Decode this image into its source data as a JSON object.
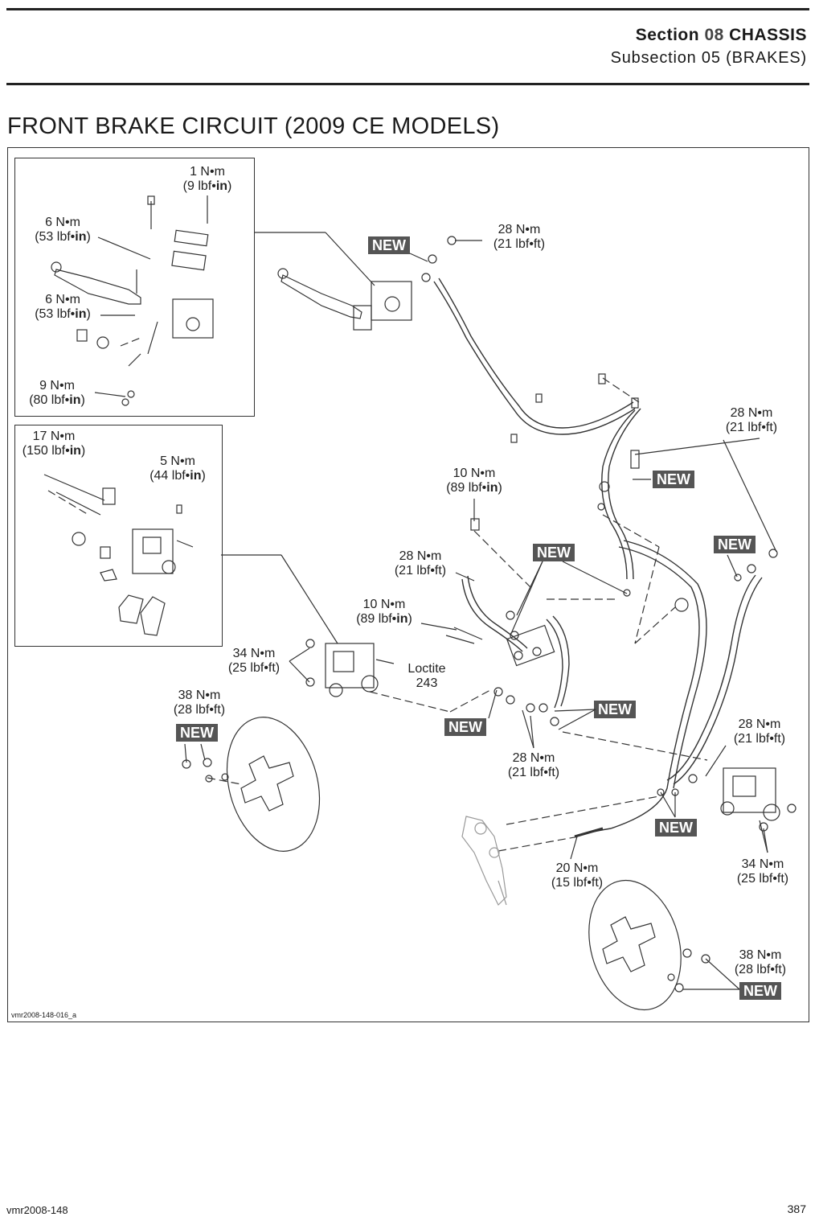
{
  "header": {
    "section_word": "Section",
    "section_num": "08",
    "section_name": "CHASSIS",
    "subsection": "Subsection 05 (BRAKES)"
  },
  "title": "FRONT BRAKE CIRCUIT (2009 CE MODELS)",
  "figure_ref": "vmr2008-148-016_a",
  "footer": {
    "left": "vmr2008-148",
    "page": "387"
  },
  "callouts": [
    {
      "id": "c1",
      "l1": "1 N•m",
      "l2a": "(9 lbf•",
      "l2b": "in",
      "l2c": ")"
    },
    {
      "id": "c2",
      "l1": "6 N•m",
      "l2a": "(53 lbf•",
      "l2b": "in",
      "l2c": ")"
    },
    {
      "id": "c3",
      "l1": "6 N•m",
      "l2a": "(53 lbf•",
      "l2b": "in",
      "l2c": ")"
    },
    {
      "id": "c4",
      "l1": "9 N•m",
      "l2a": "(80 lbf•",
      "l2b": "in",
      "l2c": ")"
    },
    {
      "id": "c5",
      "l1": "17 N•m",
      "l2a": "(150 lbf•",
      "l2b": "in",
      "l2c": ")"
    },
    {
      "id": "c6",
      "l1": "5 N•m",
      "l2a": "(44 lbf•",
      "l2b": "in",
      "l2c": ")"
    },
    {
      "id": "c7",
      "l1": "28 N•m",
      "l2a": "(21 lbf•ft)",
      "l2b": "",
      "l2c": ""
    },
    {
      "id": "c8",
      "l1": "28 N•m",
      "l2a": "(21 lbf•ft)",
      "l2b": "",
      "l2c": ""
    },
    {
      "id": "c9",
      "l1": "10 N•m",
      "l2a": "(89 lbf•",
      "l2b": "in",
      "l2c": ")"
    },
    {
      "id": "c10",
      "l1": "28 N•m",
      "l2a": "(21 lbf•ft)",
      "l2b": "",
      "l2c": ""
    },
    {
      "id": "c11",
      "l1": "10 N•m",
      "l2a": "(89 lbf•",
      "l2b": "in",
      "l2c": ")"
    },
    {
      "id": "c12",
      "l1": "34 N•m",
      "l2a": "(25 lbf•ft)",
      "l2b": "",
      "l2c": ""
    },
    {
      "id": "c13",
      "l1": "Loctite",
      "l2a": "243",
      "l2b": "",
      "l2c": ""
    },
    {
      "id": "c14",
      "l1": "38 N•m",
      "l2a": "(28 lbf•ft)",
      "l2b": "",
      "l2c": ""
    },
    {
      "id": "c15",
      "l1": "28 N•m",
      "l2a": "(21 lbf•ft)",
      "l2b": "",
      "l2c": ""
    },
    {
      "id": "c16",
      "l1": "28 N•m",
      "l2a": "(21 lbf•ft)",
      "l2b": "",
      "l2c": ""
    },
    {
      "id": "c17",
      "l1": "20 N•m",
      "l2a": "(15 lbf•ft)",
      "l2b": "",
      "l2c": ""
    },
    {
      "id": "c18",
      "l1": "34 N•m",
      "l2a": "(25 lbf•ft)",
      "l2b": "",
      "l2c": ""
    },
    {
      "id": "c19",
      "l1": "38 N•m",
      "l2a": "(28 lbf•ft)",
      "l2b": "",
      "l2c": ""
    }
  ],
  "new_badge": "NEW"
}
